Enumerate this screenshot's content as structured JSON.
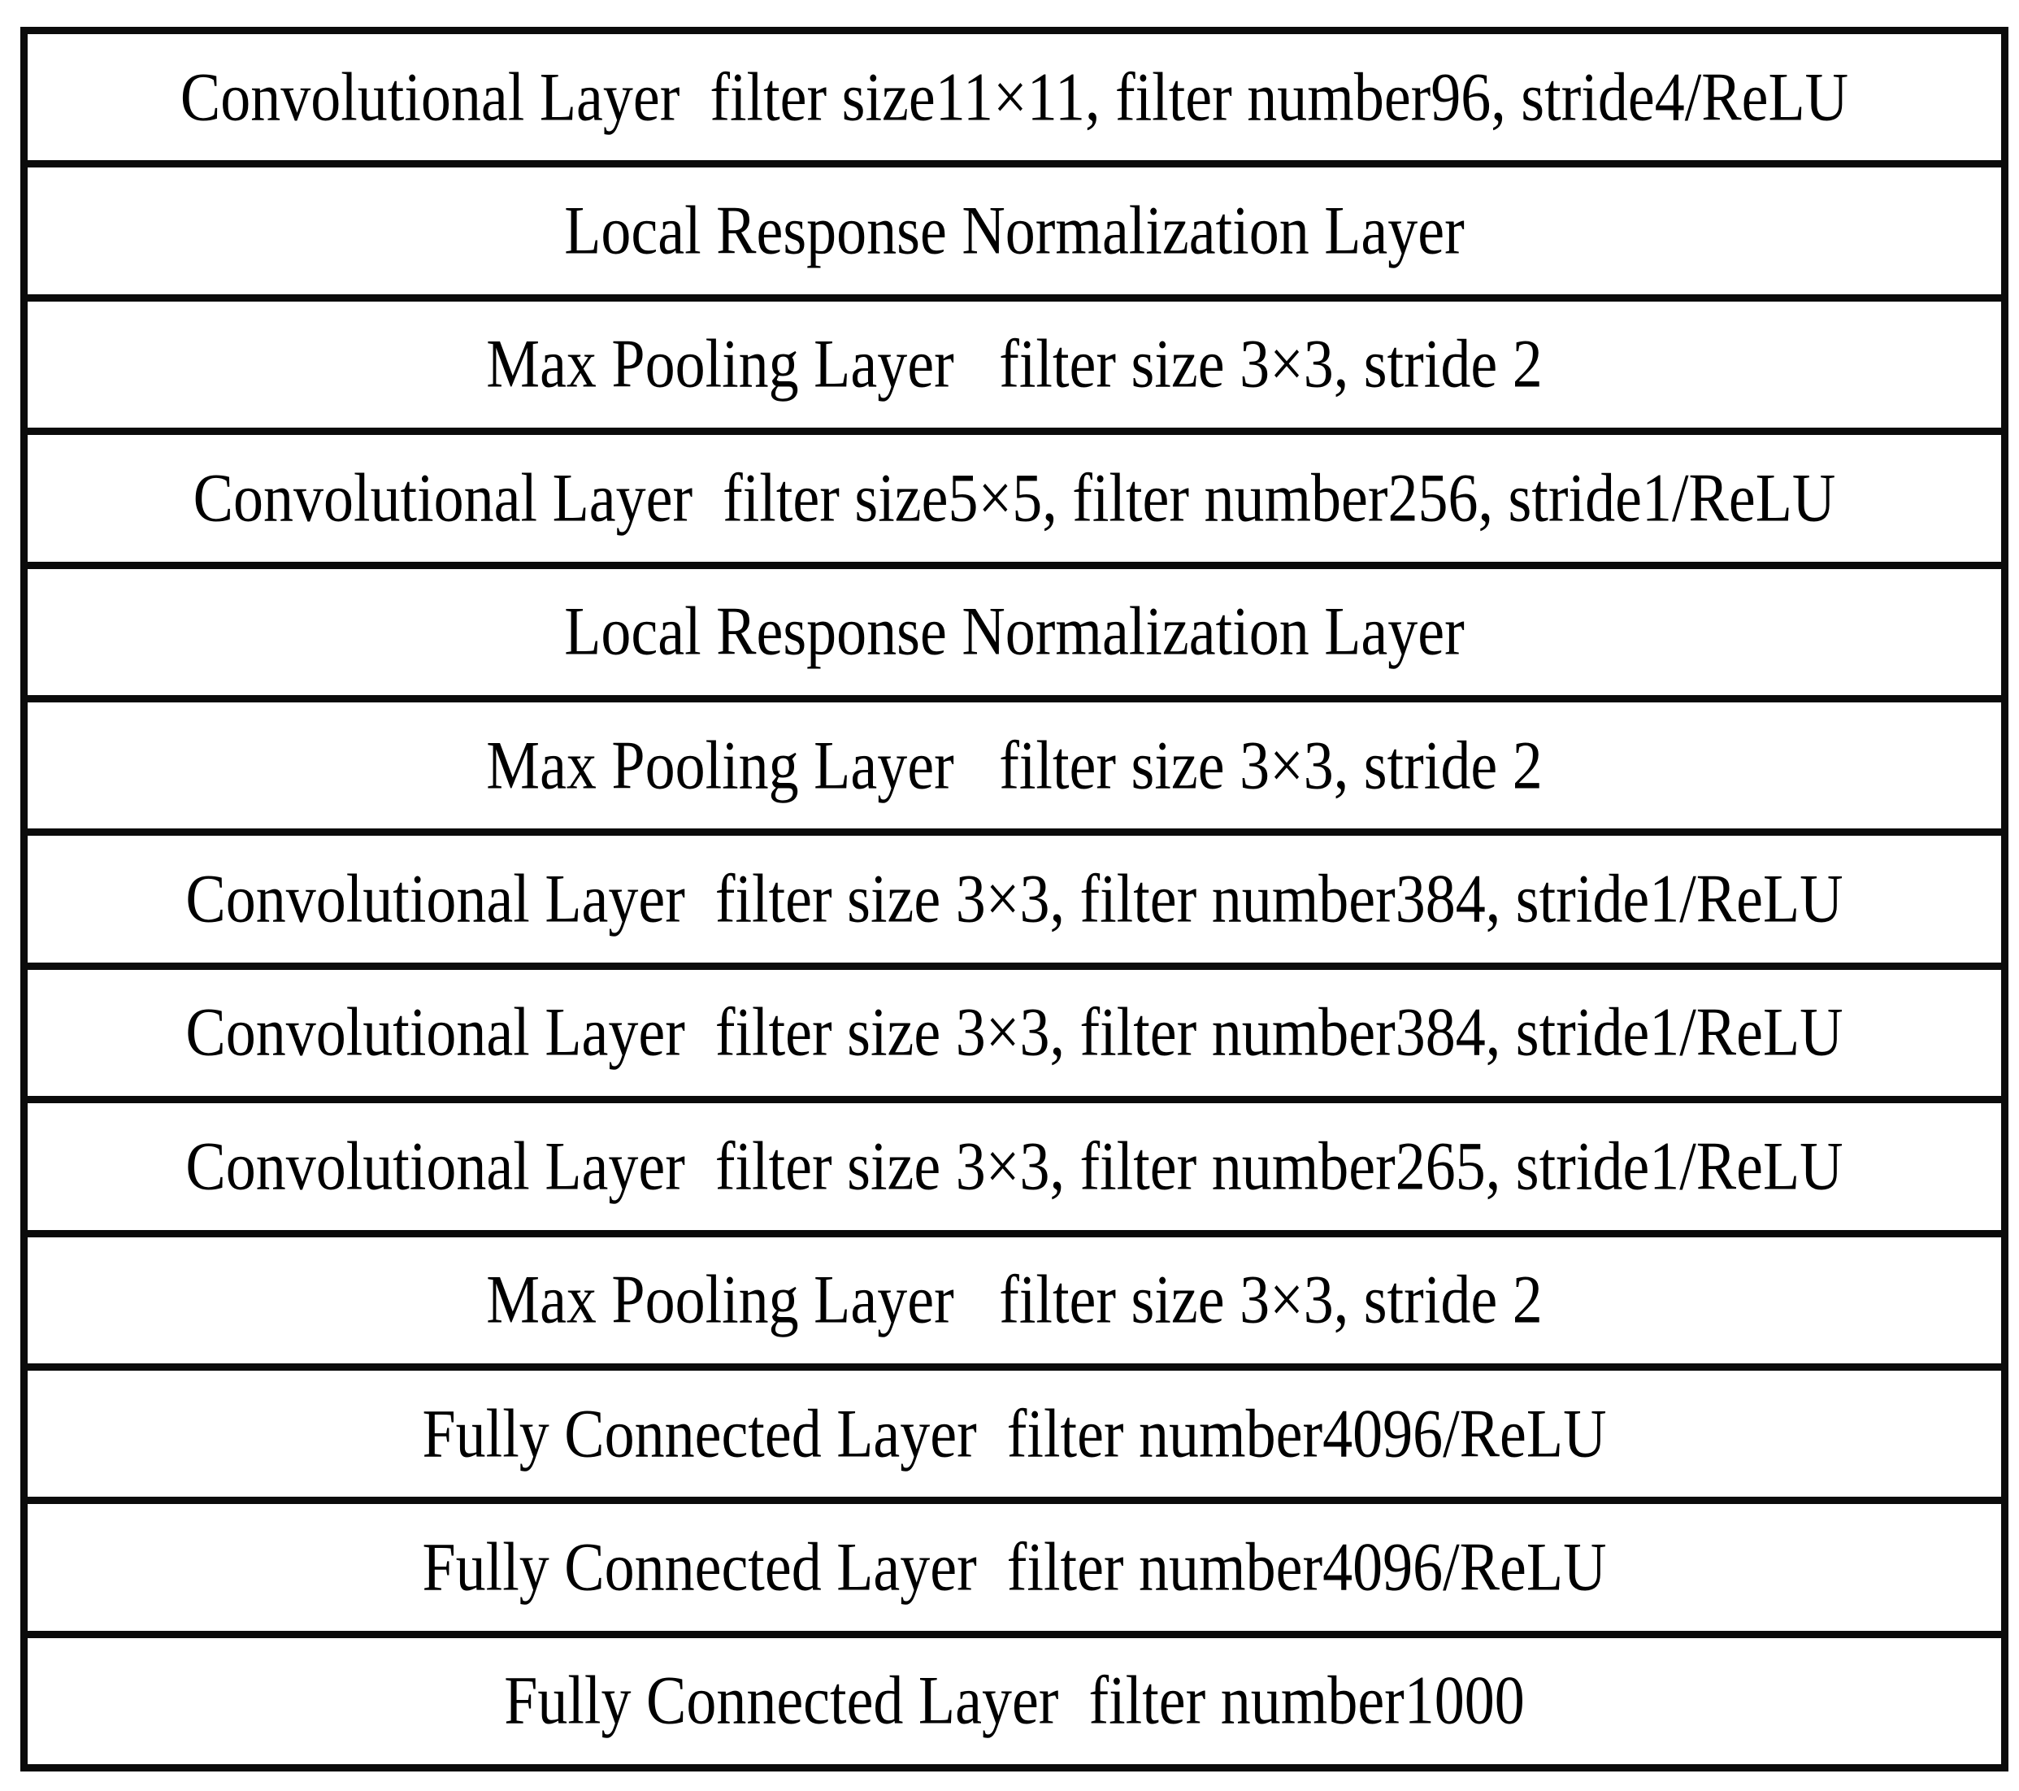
{
  "diagram": {
    "description": "CNN architecture layer stack table",
    "colors": {
      "background": "#ffffff",
      "border": "#0b0b0b",
      "text": "#000000"
    },
    "layers": [
      {
        "kind": "convolutional",
        "label": "Convolutional Layer  filter size11×11, filter number96, stride4/ReLU"
      },
      {
        "kind": "local-response-normalization",
        "label": "Local Response Normalization Layer"
      },
      {
        "kind": "max-pooling",
        "label": "Max Pooling Layer   filter size 3×3, stride 2"
      },
      {
        "kind": "convolutional",
        "label": "Convolutional Layer  filter size5×5, filter number256, stride1/ReLU"
      },
      {
        "kind": "local-response-normalization",
        "label": "Local Response Normalization Layer"
      },
      {
        "kind": "max-pooling",
        "label": "Max Pooling Layer   filter size 3×3, stride 2"
      },
      {
        "kind": "convolutional",
        "label": "Convolutional Layer  filter size 3×3, filter number384, stride1/ReLU"
      },
      {
        "kind": "convolutional",
        "label": "Convolutional Layer  filter size 3×3, filter number384, stride1/ReLU"
      },
      {
        "kind": "convolutional",
        "label": "Convolutional Layer  filter size 3×3, filter number265, stride1/ReLU"
      },
      {
        "kind": "max-pooling",
        "label": "Max Pooling Layer   filter size 3×3, stride 2"
      },
      {
        "kind": "fully-connected",
        "label": "Fully Connected Layer  filter number4096/ReLU"
      },
      {
        "kind": "fully-connected",
        "label": "Fully Connected Layer  filter number4096/ReLU"
      },
      {
        "kind": "fully-connected",
        "label": "Fully Connected Layer  filter number1000"
      }
    ]
  }
}
